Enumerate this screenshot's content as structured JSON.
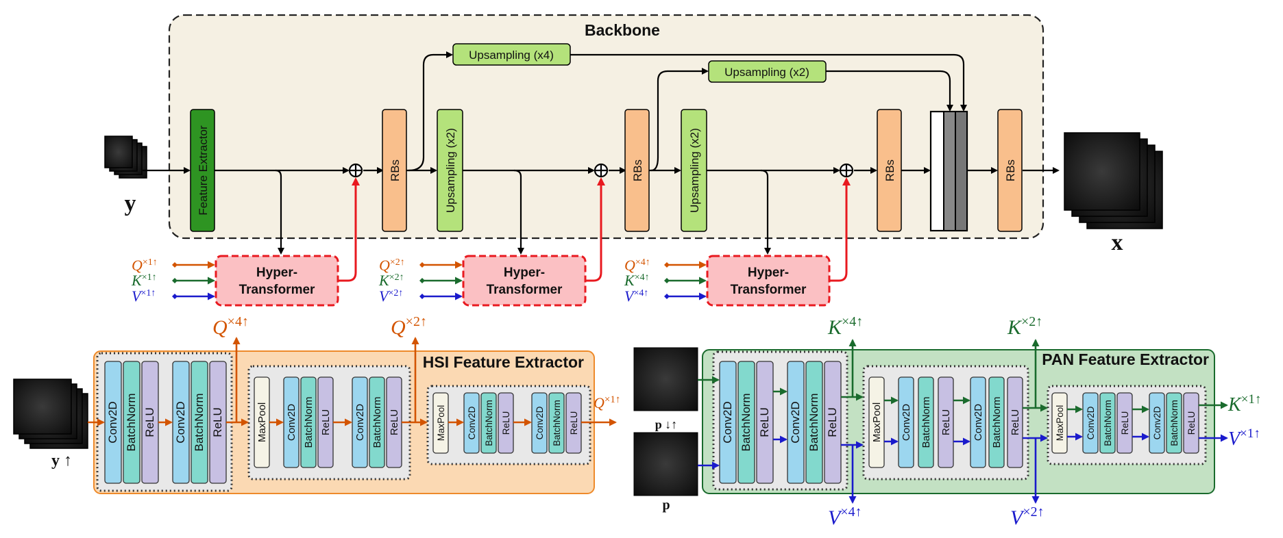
{
  "backbone": {
    "title": "Backbone",
    "feature_extractor": "Feature Extractor",
    "rbs": "RBs",
    "upsampling_x2": "Upsampling (x2)",
    "upsampling_x4": "Upsampling (x4)"
  },
  "hyper_transformer": {
    "line1": "Hyper-",
    "line2": "Transformer"
  },
  "qkv_inputs": [
    {
      "q": "Q",
      "q_sup": "×1↑",
      "k": "K",
      "k_sup": "×1↑",
      "v": "V",
      "v_sup": "×1↑"
    },
    {
      "q": "Q",
      "q_sup": "×2↑",
      "k": "K",
      "k_sup": "×2↑",
      "v": "V",
      "v_sup": "×2↑"
    },
    {
      "q": "Q",
      "q_sup": "×4↑",
      "k": "K",
      "k_sup": "×4↑",
      "v": "V",
      "v_sup": "×4↑"
    }
  ],
  "images": {
    "y": "y",
    "x": "x",
    "y_up": "y ↑",
    "p_down_up": "p ↓↑",
    "p": "p"
  },
  "hsi": {
    "title": "HSI Feature Extractor",
    "outputs": [
      {
        "sym": "Q",
        "sup": "×4↑"
      },
      {
        "sym": "Q",
        "sup": "×2↑"
      },
      {
        "sym": "Q",
        "sup": "×1↑"
      }
    ]
  },
  "pan": {
    "title": "PAN Feature Extractor",
    "outputs_k": [
      {
        "sym": "K",
        "sup": "×4↑"
      },
      {
        "sym": "K",
        "sup": "×2↑"
      },
      {
        "sym": "K",
        "sup": "×1↑"
      }
    ],
    "outputs_v": [
      {
        "sym": "V",
        "sup": "×4↑"
      },
      {
        "sym": "V",
        "sup": "×2↑"
      },
      {
        "sym": "V",
        "sup": "×1↑"
      }
    ]
  },
  "layers": {
    "conv": "Conv2D",
    "bn": "BatchNorm",
    "relu": "ReLU",
    "maxpool": "MaxPool"
  },
  "colors": {
    "q": "#d35400",
    "k": "#1a6b2d",
    "v": "#1a1acc",
    "red": "#e8191f",
    "rbs": "#f9bf8c",
    "upsample": "#b4e27b",
    "feature_extractor": "#2e9422",
    "hyper": "#fbc0c3",
    "conv": "#9cd6ef",
    "bn": "#82d9cd",
    "relu": "#c7c0e3"
  }
}
